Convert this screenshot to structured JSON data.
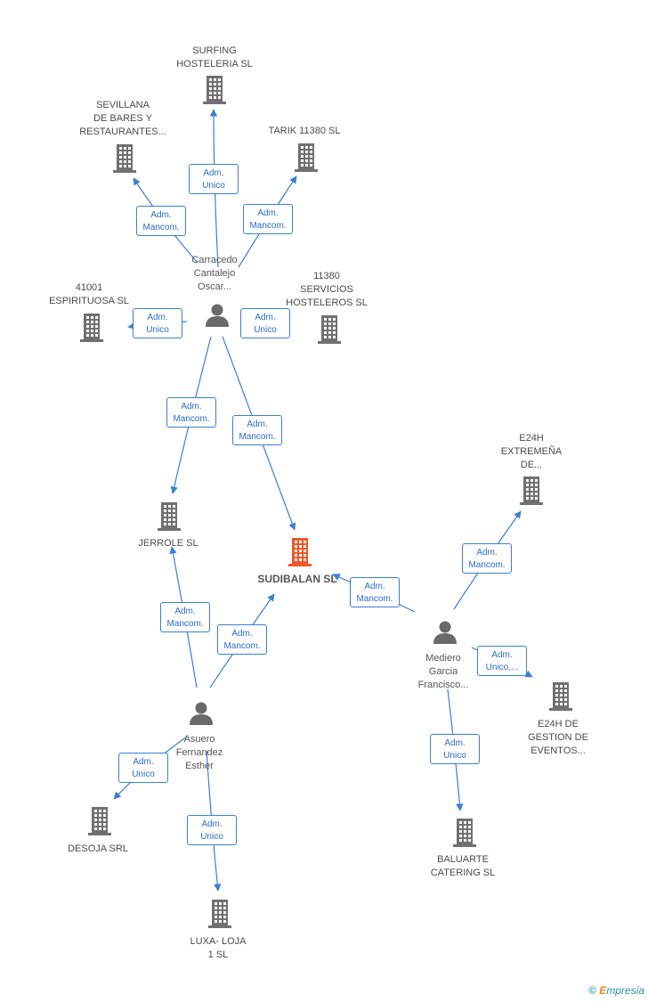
{
  "colors": {
    "edge": "#3a7fd5",
    "building": "#707070",
    "center_building": "#f0582a",
    "person": "#6a6a6a"
  },
  "center": {
    "label": "SUDIBALAN SL",
    "icon": "building-icon"
  },
  "companies": [
    {
      "id": "surfing",
      "label": "SURFING\nHOSTELERIA SL"
    },
    {
      "id": "sevillana",
      "label": "SEVILLANA\nDE BARES Y\nRESTAURANTES..."
    },
    {
      "id": "tarik",
      "label": "TARIK 11380 SL"
    },
    {
      "id": "espirituosa",
      "label": "41001\nESPIRITUOSA  SL"
    },
    {
      "id": "servicios",
      "label": "11380\nSERVICIOS\nHOSTELEROS SL"
    },
    {
      "id": "jerrole",
      "label": "JERROLE SL"
    },
    {
      "id": "e24h_ext",
      "label": "E24H\nEXTREMEÑA\nDE..."
    },
    {
      "id": "e24h_gest",
      "label": "E24H DE\nGESTION DE\nEVENTOS..."
    },
    {
      "id": "desoja",
      "label": "DESOJA SRL"
    },
    {
      "id": "luxa",
      "label": "LUXA- LOJA\n1  SL"
    },
    {
      "id": "baluarte",
      "label": "BALUARTE\nCATERING SL"
    }
  ],
  "persons": [
    {
      "id": "carracedo",
      "label": "Carracedo\nCantalejo\nOscar..."
    },
    {
      "id": "asuero",
      "label": "Asuero\nFernandez\nEsther"
    },
    {
      "id": "mediero",
      "label": "Mediero\nGarcia\nFrancisco..."
    }
  ],
  "edges": [
    {
      "id": "e1",
      "label": "Adm.\nUnico"
    },
    {
      "id": "e2",
      "label": "Adm.\nMancom."
    },
    {
      "id": "e3",
      "label": "Adm.\nMancom."
    },
    {
      "id": "e4",
      "label": "Adm.\nUnico"
    },
    {
      "id": "e5",
      "label": "Adm.\nUnico"
    },
    {
      "id": "e6",
      "label": "Adm.\nMancom."
    },
    {
      "id": "e7",
      "label": "Adm.\nMancom."
    },
    {
      "id": "e8",
      "label": "Adm.\nMancom."
    },
    {
      "id": "e9",
      "label": "Adm.\nMancom."
    },
    {
      "id": "e10",
      "label": "Adm.\nUnico"
    },
    {
      "id": "e11",
      "label": "Adm.\nUnico"
    },
    {
      "id": "e12",
      "label": "Adm.\nMancom."
    },
    {
      "id": "e13",
      "label": "Adm.\nMancom."
    },
    {
      "id": "e14",
      "label": "Adm.\nUnico,..."
    },
    {
      "id": "e15",
      "label": "Adm.\nUnico"
    }
  ],
  "footer": {
    "copyright": "©",
    "brand_initial": "E",
    "brand_rest": "mpresia"
  }
}
